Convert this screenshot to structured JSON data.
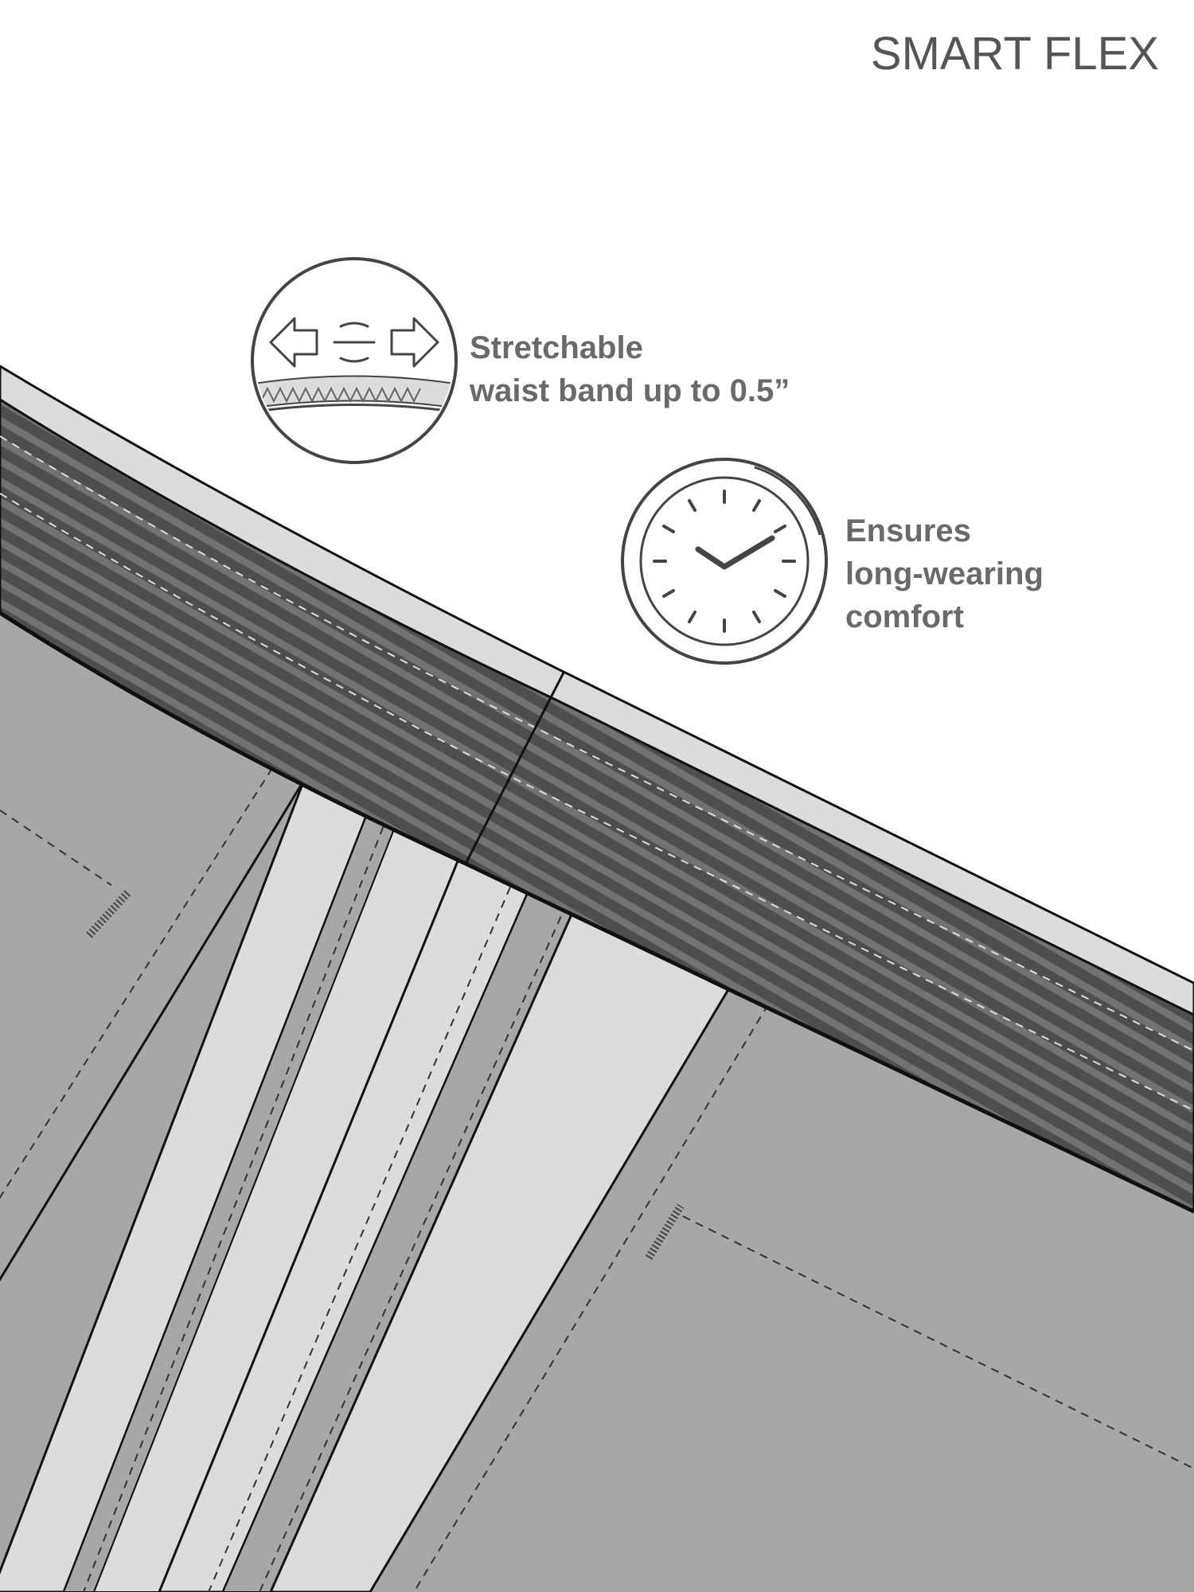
{
  "title": "SMART FLEX",
  "features": [
    {
      "icon": "stretch-arrows-icon",
      "lines": [
        "Stretchable",
        "waist band up to 0.5”"
      ]
    },
    {
      "icon": "clock-icon",
      "lines": [
        "Ensures",
        "long-wearing",
        "comfort"
      ]
    }
  ],
  "colors": {
    "text": "#6a6a6a",
    "title": "#555555",
    "fabric": "#a7a7a7",
    "light_panel": "#dcdcdc",
    "band_dark": "#505050",
    "band_stripe": "#6f6f6f"
  }
}
